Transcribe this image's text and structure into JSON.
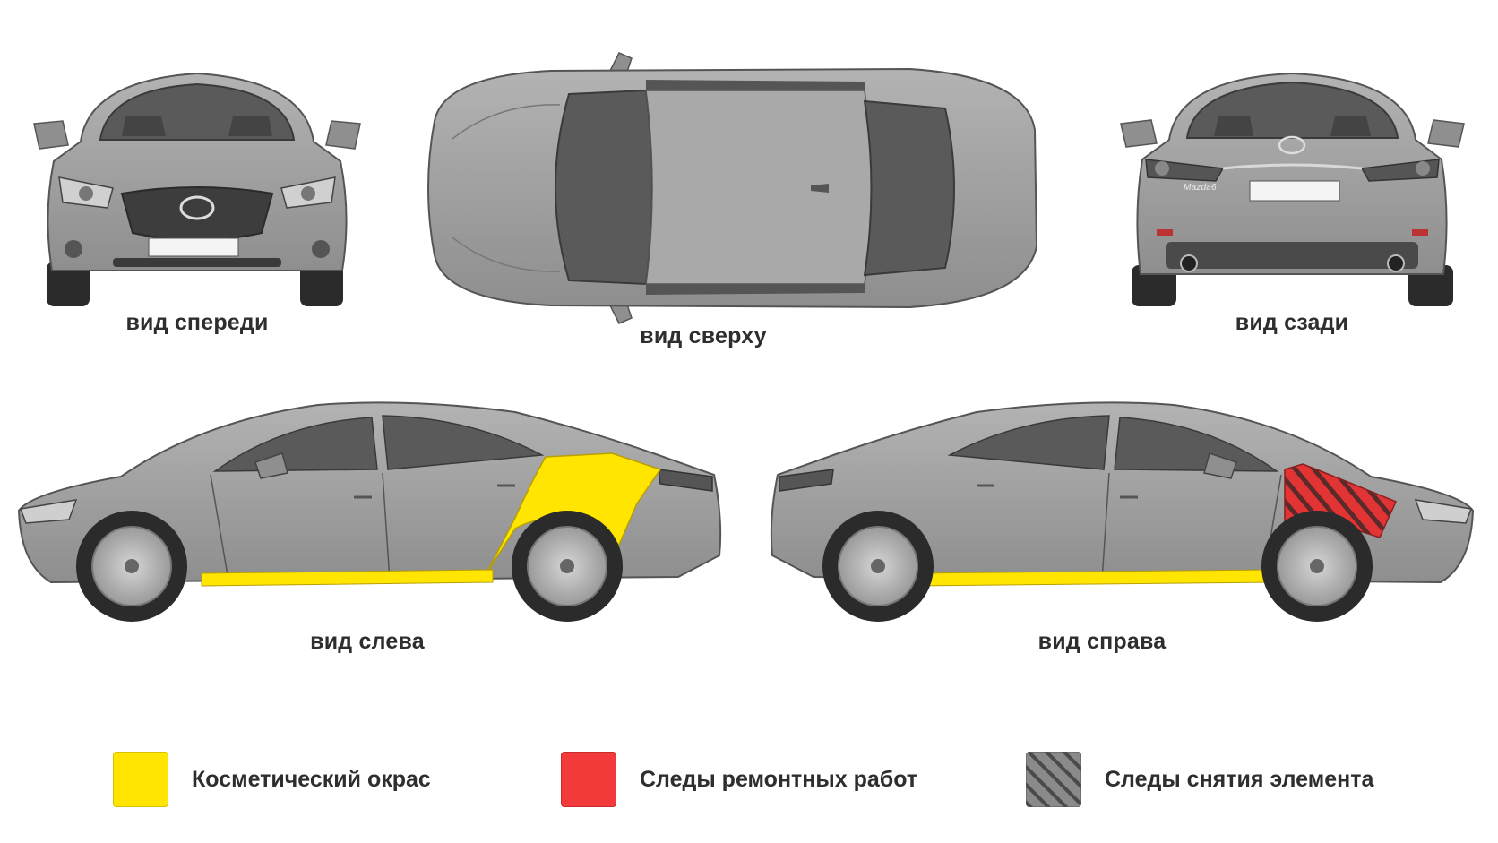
{
  "views": {
    "front": {
      "caption": "вид спереди"
    },
    "top": {
      "caption": "вид сверху"
    },
    "rear": {
      "caption": "вид сзади",
      "badge": "Mazda6"
    },
    "left": {
      "caption": "вид слева"
    },
    "right": {
      "caption": "вид справа"
    }
  },
  "legend": [
    {
      "label": "Косметический окрас",
      "kind": "solid",
      "color": "#FFE500"
    },
    {
      "label": "Следы ремонтных работ",
      "kind": "solid",
      "color": "#F23A3A"
    },
    {
      "label": "Следы снятия элемента",
      "kind": "hatched",
      "color": "#7a7a7a"
    }
  ],
  "colors": {
    "body": "#9d9d9d",
    "body_dark": "#6f6f6f",
    "glass": "#5a5a5a",
    "tire": "#2b2b2b",
    "cosmetic_paint": "#FFE500",
    "repair_red": "#E23434"
  }
}
